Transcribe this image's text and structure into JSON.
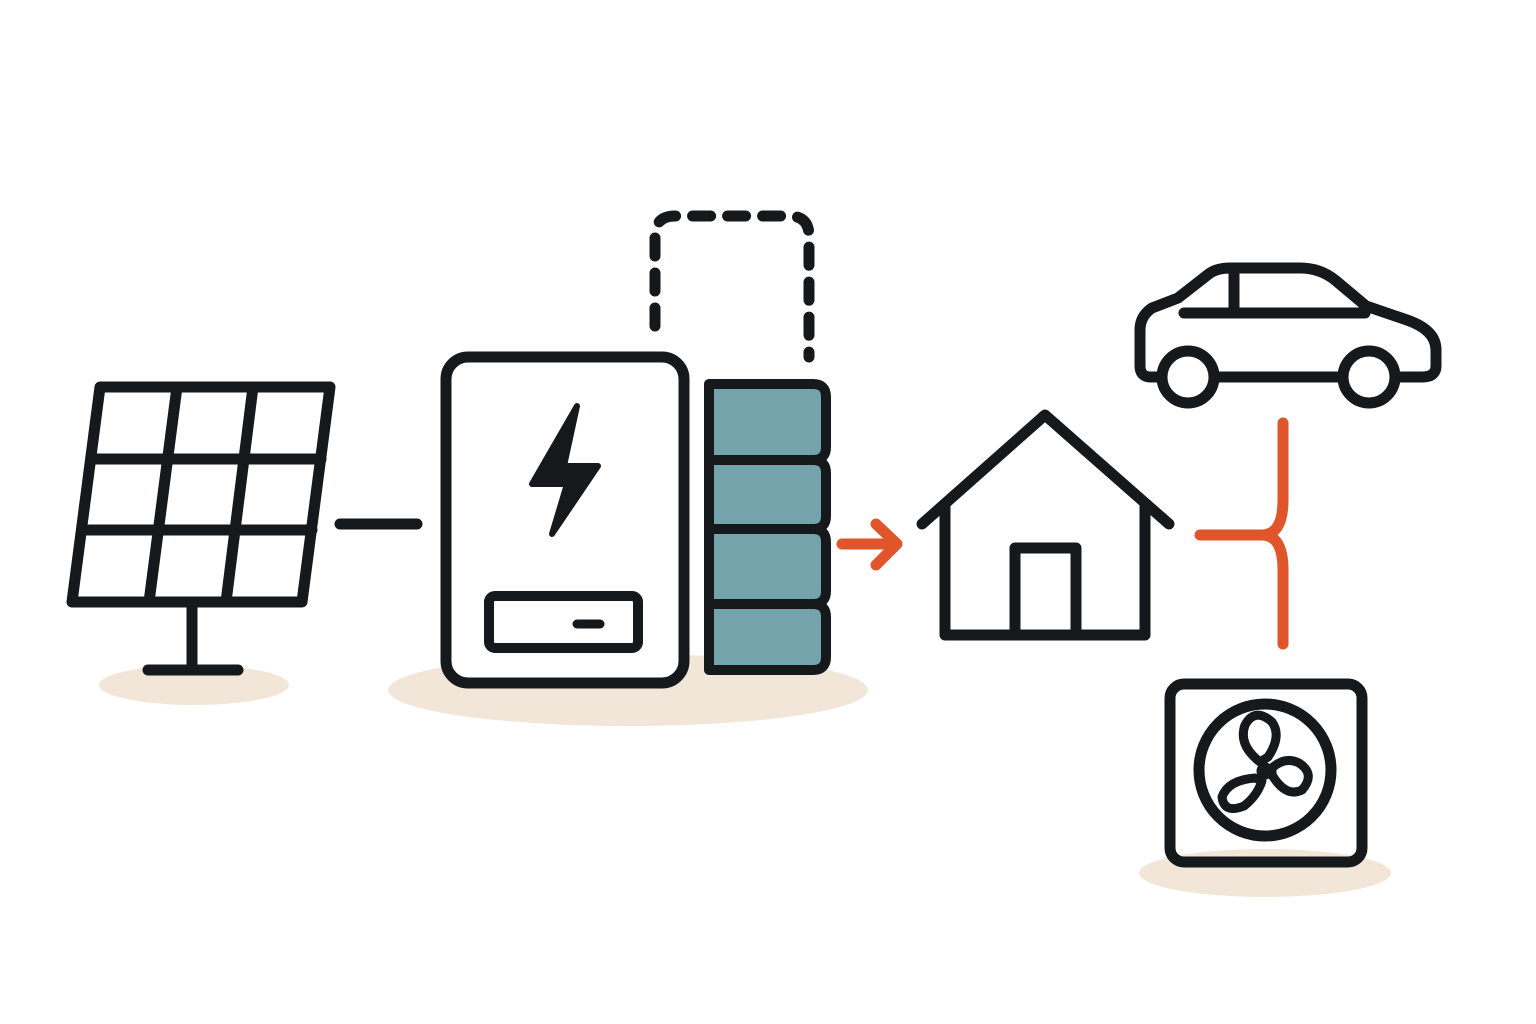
{
  "colors": {
    "background": "#ffffff",
    "stroke": "#15191c",
    "accent": "#e0562a",
    "battery_fill": "#74a3ab",
    "shadow": "#f2e6d9"
  },
  "nodes": [
    {
      "id": "solar-panel",
      "icon": "solar-panel-icon"
    },
    {
      "id": "inverter",
      "icon": "lightning-bolt-icon"
    },
    {
      "id": "battery-stack",
      "icon": "battery-stack-icon"
    },
    {
      "id": "house",
      "icon": "house-icon"
    },
    {
      "id": "electric-car",
      "icon": "car-icon"
    },
    {
      "id": "heat-pump",
      "icon": "fan-icon"
    }
  ],
  "connections": [
    {
      "from": "solar-panel",
      "to": "inverter",
      "style": "solid"
    },
    {
      "from": "inverter",
      "to": "battery-stack",
      "style": "dashed"
    },
    {
      "from": "battery-stack",
      "to": "house",
      "style": "arrow",
      "color": "accent"
    },
    {
      "from": "house",
      "to": "electric-car",
      "style": "branch",
      "color": "accent"
    },
    {
      "from": "house",
      "to": "heat-pump",
      "style": "branch",
      "color": "accent"
    }
  ]
}
